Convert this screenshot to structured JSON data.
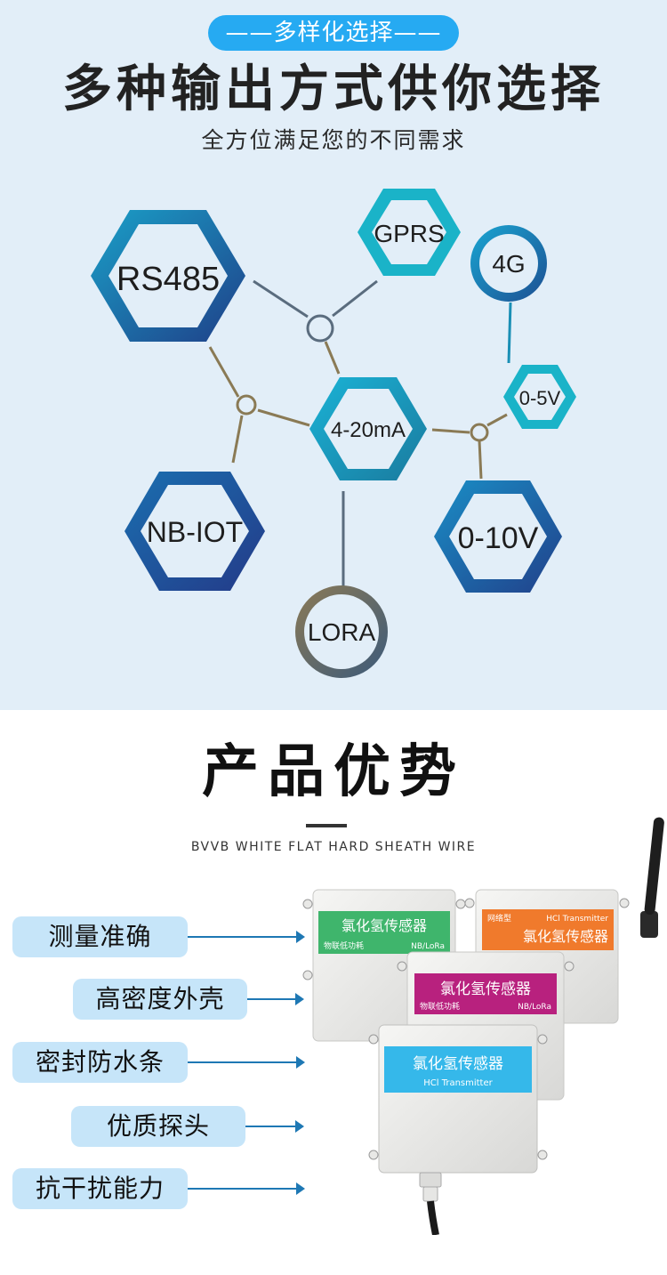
{
  "header": {
    "pill_label": "——多样化选择——",
    "title": "多种输出方式供你选择",
    "subtitle": "全方位满足您的不同需求"
  },
  "diagram": {
    "nodes": {
      "rs485": "RS485",
      "gprs": "GPRS",
      "g4": "4G",
      "v05": "0-5V",
      "ma420": "4-20mA",
      "nbiot": "NB-IOT",
      "v010": "0-10V",
      "lora": "LORA"
    },
    "colors": {
      "dark_blue": "#1f4b8c",
      "teal": "#1a8fb5",
      "cyan": "#1ab3c8",
      "brown": "#8a7a55",
      "gray_blue": "#5a6c7e"
    }
  },
  "advantages": {
    "title": "产品优势",
    "subtitle": "BVVB WHITE FLAT HARD SHEATH WIRE",
    "features": [
      "测量准确",
      "高密度外壳",
      "密封防水条",
      "优质探头",
      "抗干扰能力"
    ],
    "product": {
      "green_label_title": "氯化氢传感器",
      "green_label_sub_left": "物联低功耗",
      "green_label_sub_right": "NB/LoRa",
      "orange_label_top_left": "网络型",
      "orange_label_top_right": "HCl Transmitter",
      "orange_label_title": "氯化氢传感器",
      "purple_label_title": "氯化氢传感器",
      "purple_label_sub_left": "物联低功耗",
      "purple_label_sub_right": "NB/LoRa",
      "blue_label_title": "氯化氢传感器",
      "blue_label_sub": "HCl Transmitter",
      "colors": {
        "green": "#3fb56c",
        "orange": "#f07a2c",
        "purple": "#b8217e",
        "blue": "#35b8ea"
      }
    }
  }
}
